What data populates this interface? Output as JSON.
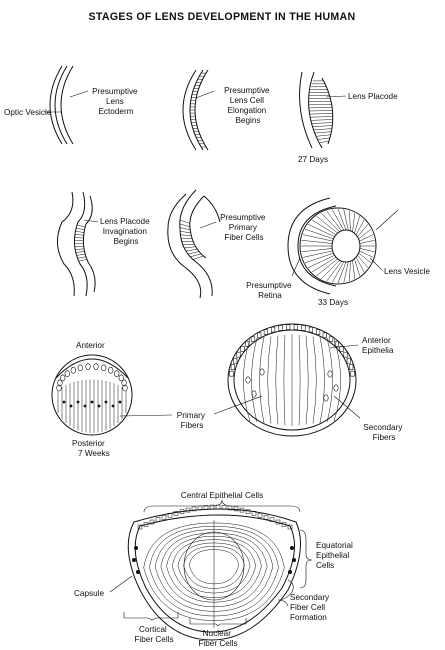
{
  "title": "STAGES OF LENS DEVELOPMENT IN THE HUMAN",
  "stage1": {
    "optic_vesicle": "Optic Vesicle",
    "presumptive_lens_ectoderm": [
      "Presumptive",
      "Lens",
      "Ectoderm"
    ]
  },
  "stage2": {
    "elongation": [
      "Presumptive",
      "Lens Cell",
      "Elongation",
      "Begins"
    ]
  },
  "stage3": {
    "lens_placode": "Lens Placode",
    "age": "27 Days"
  },
  "stage4": {
    "invagination": [
      "Lens Placode",
      "Invagination",
      "Begins"
    ]
  },
  "stage5": {
    "primary_fiber_cells": [
      "Presumptive",
      "Primary",
      "Fiber Cells"
    ]
  },
  "stage6": {
    "presumptive_retina": [
      "Presumptive",
      "Retina"
    ],
    "lens_vesicle": "Lens Vesicle",
    "age": "33 Days"
  },
  "stage7": {
    "anterior": "Anterior",
    "posterior": [
      "Posterior",
      "7 Weeks"
    ],
    "primary_fibers": [
      "Primary",
      "Fibers"
    ],
    "anterior_epithelia": [
      "Anterior",
      "Epithelia"
    ],
    "secondary_fibers": [
      "Secondary",
      "Fibers"
    ]
  },
  "stage8": {
    "central_epithelial_cells": "Central Epithelial Cells",
    "equatorial_epithelial_cells": [
      "Equatorial",
      "Epithelial",
      "Cells"
    ],
    "capsule": "Capsule",
    "secondary_fiber_cell_formation": [
      "Secondary",
      "Fiber Cell",
      "Formation"
    ],
    "cortical_fiber_cells": [
      "Cortical",
      "Fiber Cells"
    ],
    "nuclear_fiber_cells": [
      "Nuclear",
      "Fiber Cells"
    ]
  }
}
